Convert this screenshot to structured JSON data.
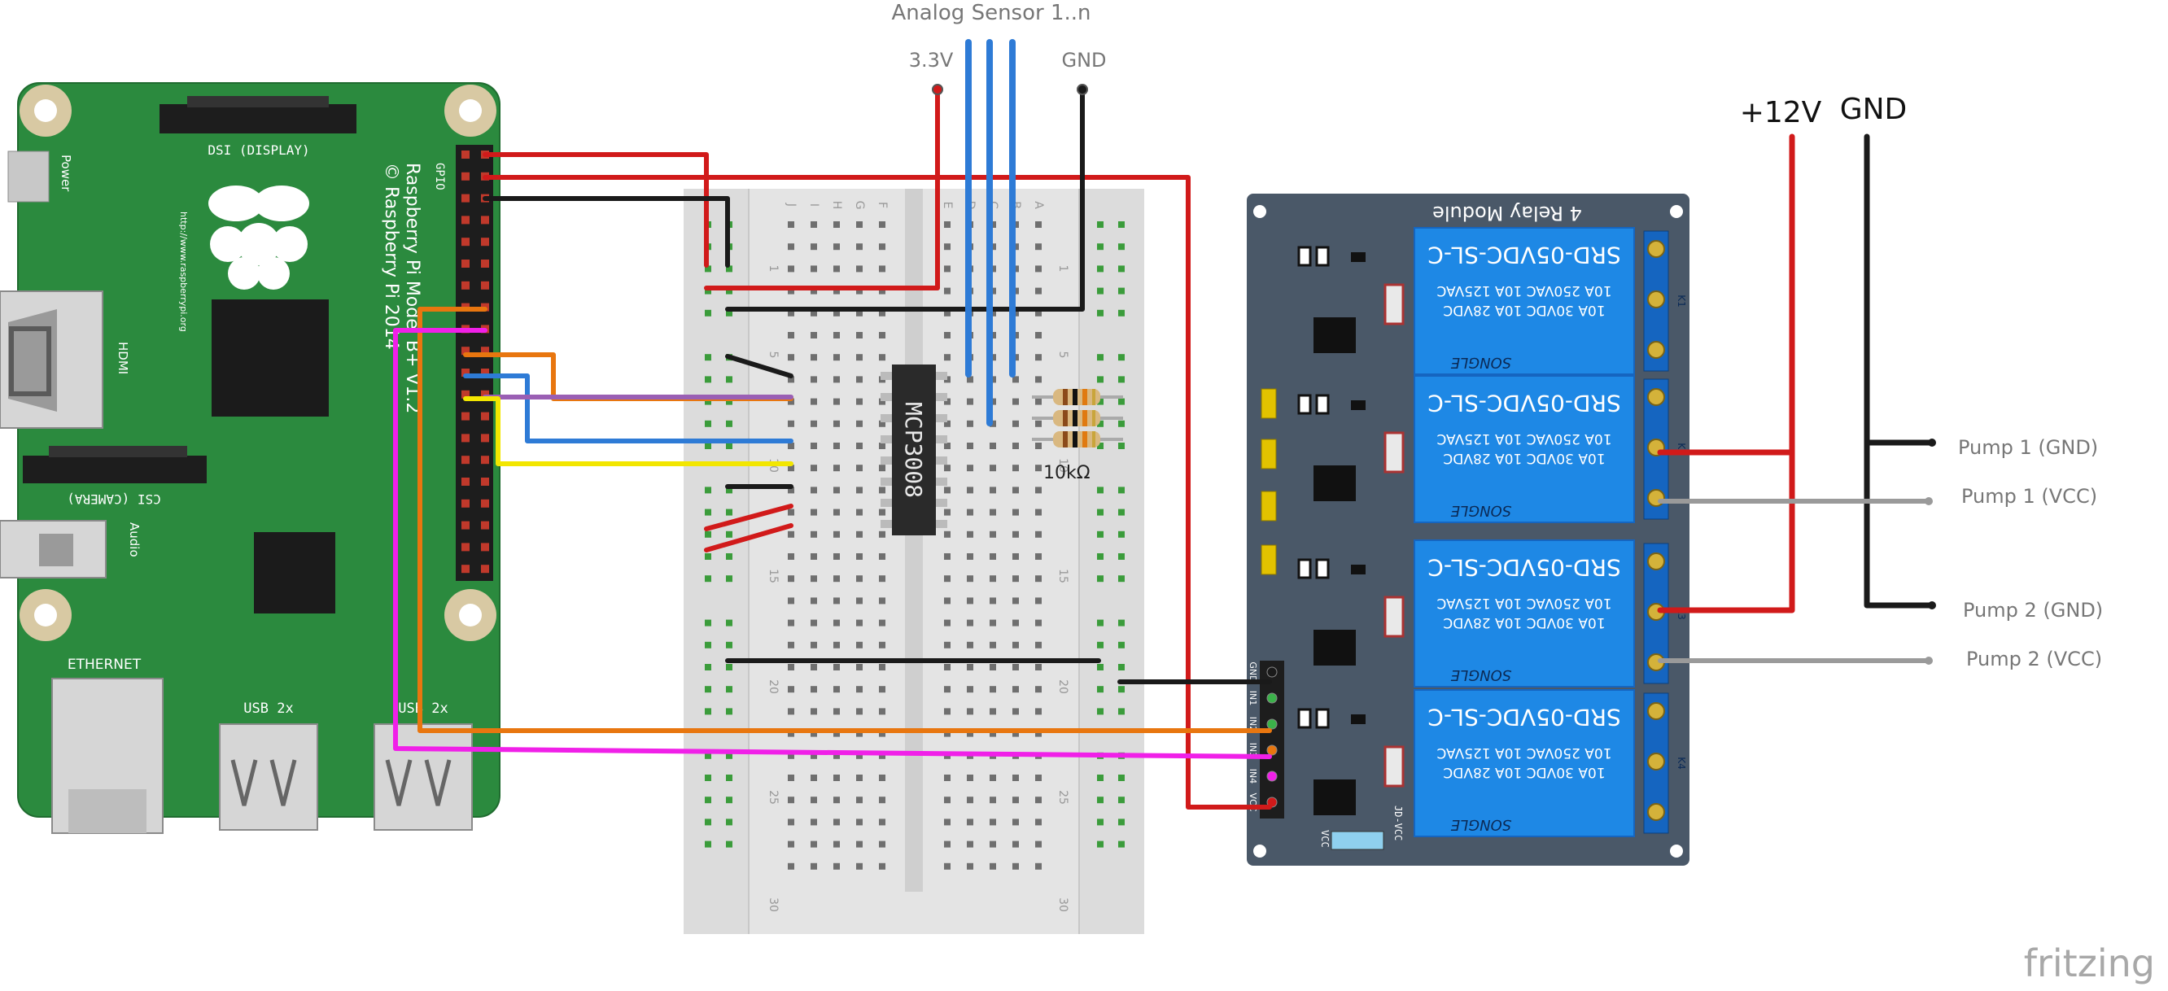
{
  "labels": {
    "analog_sensor": "Analog Sensor 1..n",
    "v33": "3.3V",
    "gnd_sensor": "GND",
    "v12": "+12V",
    "gnd_supply": "GND",
    "resistor": "10kΩ",
    "pump1_gnd": "Pump 1 (GND)",
    "pump1_vcc": "Pump 1 (VCC)",
    "pump2_gnd": "Pump 2 (GND)",
    "pump2_vcc": "Pump 2 (VCC)"
  },
  "rpi": {
    "model_line1": "Raspberry Pi Model B+ V1.2",
    "model_line2": "© Raspberry Pi 2014",
    "url": "http://www.raspberrypi.org",
    "gpio": "GPIO",
    "dsi": "DSI (DISPLAY)",
    "csi": "CSI (CAMERA)",
    "power": "Power",
    "hdmi": "HDMI",
    "audio": "Audio",
    "ethernet": "ETHERNET",
    "usb1": "USB 2x",
    "usb2": "USB 2x"
  },
  "chip": "MCP3008",
  "breadboard": {
    "columns": [
      "J",
      "I",
      "H",
      "G",
      "F",
      "E",
      "D",
      "C",
      "B",
      "A"
    ],
    "rows": [
      "1",
      "5",
      "10",
      "15",
      "20",
      "25",
      "30"
    ]
  },
  "relay_module": {
    "title": "4 Relay Module",
    "relay_model": "SRD-05VDC-SL-C",
    "spec1": "10A 250VAC 10A 125VAC",
    "spec2": "10A 30VDC 10A 28VDC",
    "brand": "SONGLE",
    "terminals": [
      "K1",
      "K2",
      "K3",
      "K4"
    ],
    "header_pins": [
      "GND",
      "IN1",
      "IN2",
      "IN3",
      "IN4",
      "VCC"
    ],
    "jumper_left": "VCC",
    "jumper_right": "JD-VCC"
  },
  "watermark": "fritzing",
  "colors": {
    "pcb_green": "#2b8a3e",
    "relay_blue": "#1e88e5",
    "relay_board": "#4a5868",
    "wire_red": "#d11a1a",
    "wire_black": "#1a1a1a",
    "wire_orange": "#e8760f",
    "wire_blue": "#2e7bd6",
    "wire_purple": "#9a5fb4",
    "wire_yellow": "#f2e600",
    "wire_pink": "#f020e8",
    "wire_gray": "#9a9a9a"
  }
}
